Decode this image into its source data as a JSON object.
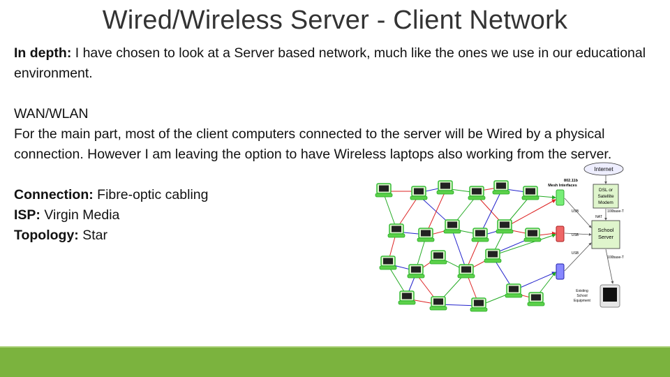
{
  "title": "Wired/Wireless Server - Client Network",
  "intro": {
    "label": "In depth:",
    "text": " I have chosen to look at a Server based network, much like the ones we use in our educational environment."
  },
  "wan": {
    "heading": "WAN/WLAN",
    "text": "For the main part, most of the client computers connected to the server will be Wired by a physical connection. However I am leaving the option to have Wireless laptops also working from the server."
  },
  "details": [
    {
      "label": "Connection:",
      "value": " Fibre-optic cabling"
    },
    {
      "label": "ISP:",
      "value": " Virgin Media"
    },
    {
      "label": "Topology:",
      "value": " Star"
    }
  ],
  "diagram": {
    "internet": "Internet",
    "mesh_label_1": "802.11b",
    "mesh_label_2": "Mesh Interfaces",
    "modem_1": "DSL or",
    "modem_2": "Satellite",
    "modem_3": "Modem",
    "base_1": "100base-T",
    "nat": "NAT",
    "server_1": "School",
    "server_2": "Server",
    "usb_1": "USB",
    "usb_2": "USB",
    "usb_3": "USB",
    "base_2": "100base-T",
    "existing_1": "Existing",
    "existing_2": "School",
    "existing_3": "Equipment"
  }
}
